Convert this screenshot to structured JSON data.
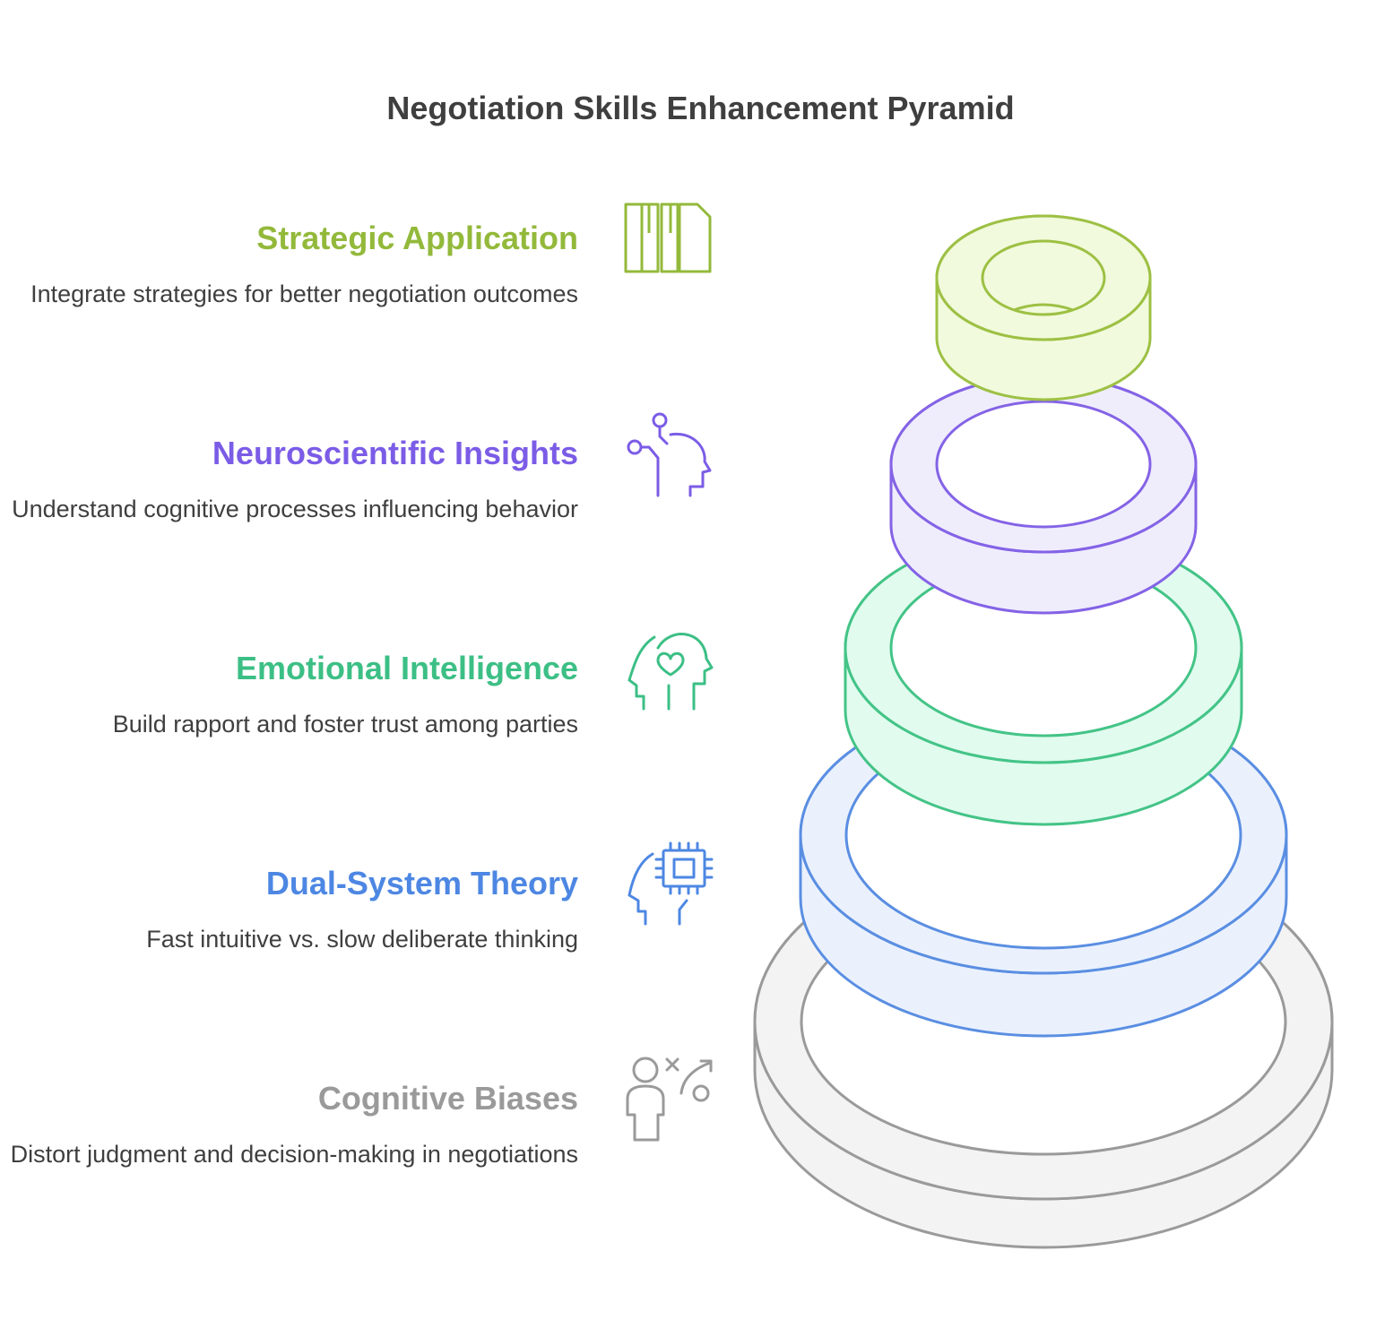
{
  "title": "Negotiation Skills Enhancement Pyramid",
  "levels": [
    {
      "heading": "Strategic Application",
      "description": "Integrate strategies for better negotiation outcomes",
      "color": "#93b93b",
      "icon": "columns-icon"
    },
    {
      "heading": "Neuroscientific Insights",
      "description": "Understand cognitive processes influencing behavior",
      "color": "#7b5ce6",
      "icon": "brain-connection-icon"
    },
    {
      "heading": "Emotional Intelligence",
      "description": "Build rapport and foster trust among parties",
      "color": "#3cbf85",
      "icon": "heart-head-icon"
    },
    {
      "heading": "Dual-System Theory",
      "description": "Fast intuitive vs. slow deliberate thinking",
      "color": "#4d87e3",
      "icon": "chip-head-icon"
    },
    {
      "heading": "Cognitive Biases",
      "description": "Distort judgment and decision-making in negotiations",
      "color": "#9a9a9a",
      "icon": "person-strategy-icon"
    }
  ],
  "ring_colors": {
    "strategic": {
      "stroke": "#9dc044",
      "fill": "#f1fadc"
    },
    "neuro": {
      "stroke": "#8463e6",
      "fill": "#efedfc"
    },
    "emotional": {
      "stroke": "#44c487",
      "fill": "#e1fbef"
    },
    "dual": {
      "stroke": "#5a8ee2",
      "fill": "#eaf1fd"
    },
    "biases": {
      "stroke": "#9a9a9a",
      "fill": "#f3f3f3"
    }
  }
}
